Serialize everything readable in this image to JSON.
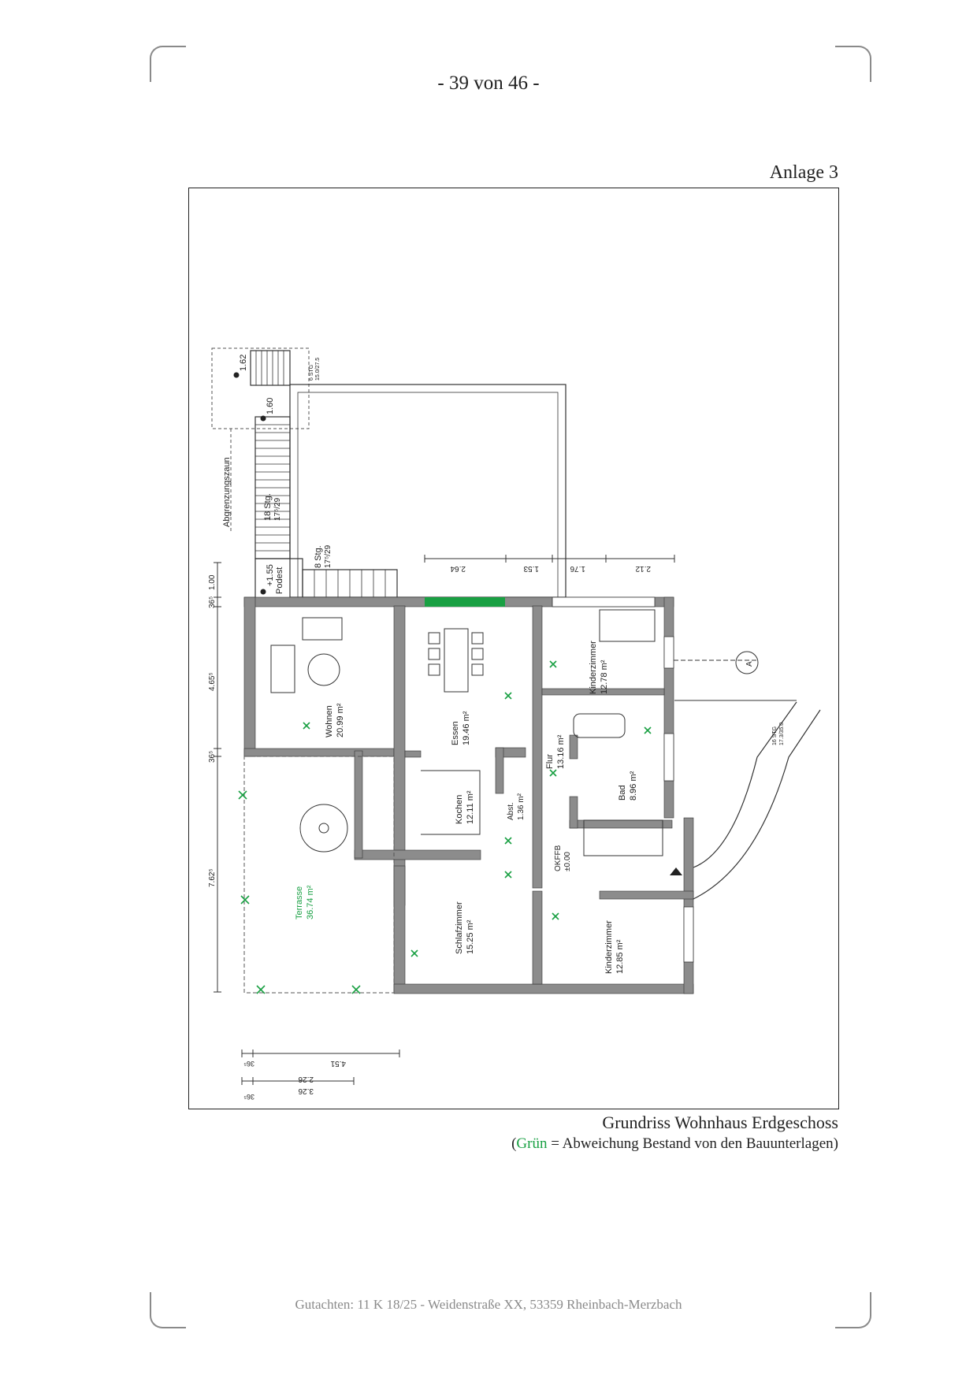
{
  "page": {
    "number_label": "- 39 von 46 -",
    "annex_label": "Anlage 3",
    "footer": "Gutachten: 11 K 18/25 - Weidenstraße XX, 53359 Rheinbach-Merzbach"
  },
  "caption": {
    "title": "Grundriss Wohnhaus Erdgeschoss",
    "legend_open": "(",
    "legend_green_word": "Grün",
    "legend_rest": " = Abweichung Bestand von den Bauunterlagen)"
  },
  "colors": {
    "deviation_green": "#19a043",
    "wall_gray": "#8c8c8c",
    "line": "#333333"
  },
  "floorplan": {
    "rooms": {
      "wohnen": {
        "name": "Wohnen",
        "area": "20.99 m²"
      },
      "essen": {
        "name": "Essen",
        "area": "19.46 m²"
      },
      "kochen": {
        "name": "Kochen",
        "area": "12.11 m²"
      },
      "abst": {
        "name": "Abst.",
        "area": "1.36 m²"
      },
      "flur": {
        "name": "Flur",
        "area": "13.16 m²"
      },
      "bad": {
        "name": "Bad",
        "area": "8.96 m²"
      },
      "kinder1": {
        "name": "Kinderzimmer",
        "area": "12.78 m²"
      },
      "kinder2": {
        "name": "Kinderzimmer",
        "area": "12.85 m²"
      },
      "schlaf": {
        "name": "Schlafzimmer",
        "area": "15.25 m²"
      },
      "terrasse": {
        "name": "Terrasse",
        "area": "36.74 m²"
      }
    },
    "labels": {
      "okffb": "OKFFB",
      "okffb_level": "±0.00",
      "fence": "Abgrenzungszaun",
      "stairs_18": "18 Stg.",
      "stairs_18_dim": "17⁵/29",
      "stairs_8": "8 Stg.",
      "stairs_8_dim": "17⁵/29",
      "stairs_6": "6 STG",
      "stairs_6_dim": "15.0/27.5",
      "stairs_16": "16 STG",
      "stairs_16_dim": "17.3/35.0",
      "podest": "Podest",
      "level_155": "+1.55",
      "level_160": "1.60",
      "level_162": "1.62",
      "section_mark": "A"
    },
    "dimensions": {
      "left_100": "1.00",
      "left_36a": "36⁵",
      "left_465": "4.65⁵",
      "left_36b": "36⁵",
      "left_762": "7.62⁵",
      "top_264": "2.64",
      "top_153": "1.53",
      "top_176": "1.76",
      "top_212": "2.12",
      "bottom_451": "4.51",
      "bottom_36a": "36⁵",
      "bottom_226": "2.26",
      "bottom_326": "3.26",
      "bottom_36b": "36⁵"
    }
  }
}
